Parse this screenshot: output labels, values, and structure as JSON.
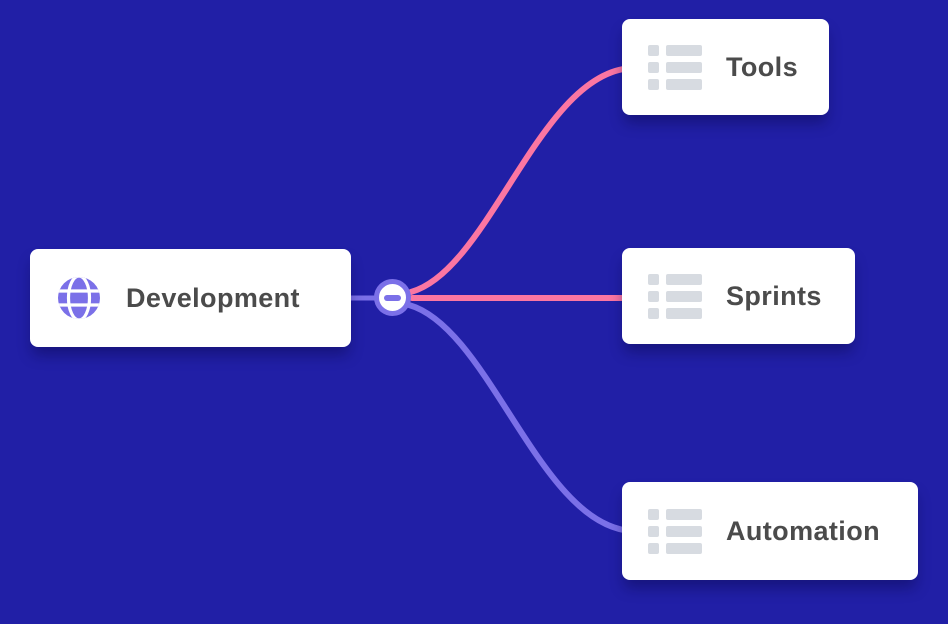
{
  "colors": {
    "background": "#211FA6",
    "card-bg": "#FFFFFF",
    "text": "#4B4B4B",
    "purple": "#7B70E8",
    "pink": "#FB76A2",
    "icon-gray": "#D7DBE1"
  },
  "root_node": {
    "label": "Development",
    "icon": "globe-icon"
  },
  "collapse_button": {
    "icon": "minus-icon"
  },
  "child_nodes": [
    {
      "label": "Tools",
      "icon": "list-icon",
      "connector_color": "#FB76A2"
    },
    {
      "label": "Sprints",
      "icon": "list-icon",
      "connector_color": "#FB76A2"
    },
    {
      "label": "Automation",
      "icon": "list-icon",
      "connector_color": "#7B70E8"
    }
  ]
}
